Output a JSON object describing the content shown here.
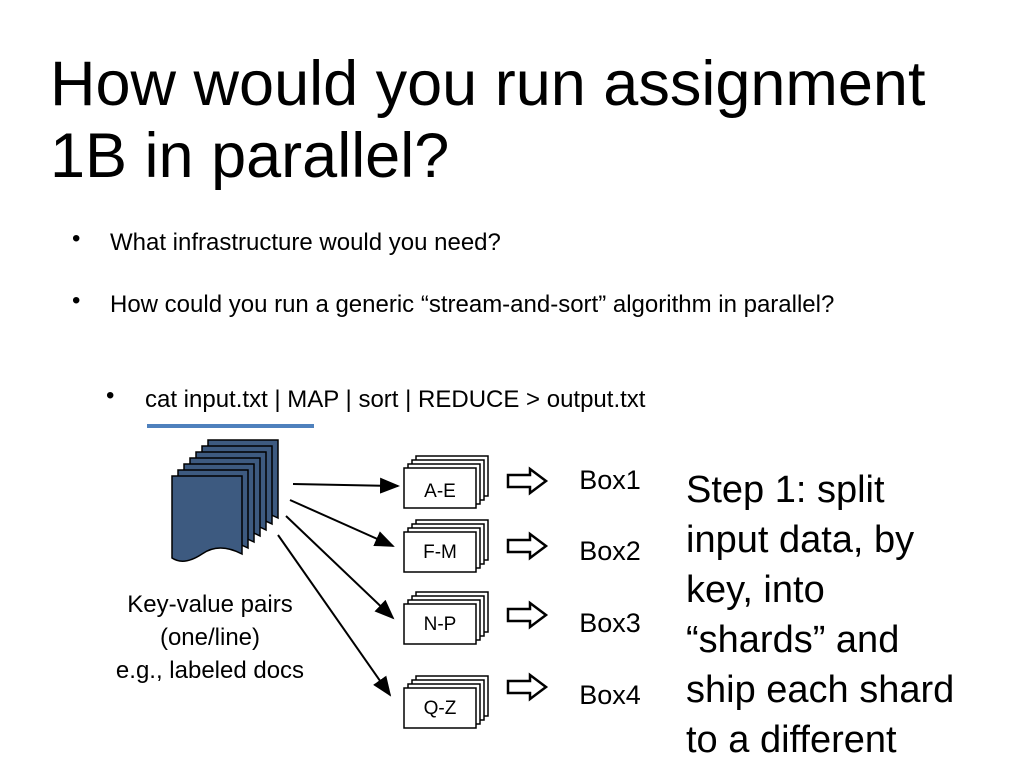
{
  "slide": {
    "title_line1": "How would you run assignment",
    "title_line2": "1B in parallel?",
    "bullets": [
      "What infrastructure would you need?",
      "How could you run a generic “stream-and-sort” algorithm in parallel?"
    ],
    "sub_bullet": "cat input.txt | MAP | sort | REDUCE > output.txt",
    "bullet_glyph": "•",
    "colors": {
      "underline": "#4f81bd",
      "doc_fill": "#3d5a80",
      "arrow_fill": "#000000"
    }
  },
  "diagram": {
    "input_caption": [
      "Key-value pairs",
      "(one/line)",
      "e.g., labeled docs"
    ],
    "shards": [
      "A-E",
      "F-M",
      "N-P",
      "Q-Z"
    ],
    "boxes": [
      "Box1",
      "Box2",
      "Box3",
      "Box4"
    ],
    "step_text": [
      "Step 1: split",
      "input data, by",
      "key, into",
      "“shards” and",
      "ship each shard",
      "to a different"
    ]
  }
}
